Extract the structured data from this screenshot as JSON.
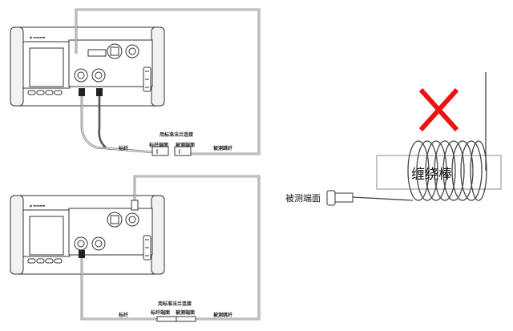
{
  "top_setup": {
    "flange_label": "用标准法兰连接",
    "ref_fiber": "标纤",
    "ref_endface": "标纤端面",
    "dut_endface": "被测端面",
    "dut_jumper": "被测跳纤"
  },
  "bottom_setup": {
    "flange_label": "用标准法兰连接",
    "ref_fiber": "标纤",
    "ref_endface": "标纤端面",
    "dut_endface": "被测端面",
    "dut_jumper": "被测跳纤"
  },
  "mandrel": {
    "rod_label": "缠绕棒",
    "endface_label": "被测端面",
    "x_mark_color": "#ee1111"
  }
}
